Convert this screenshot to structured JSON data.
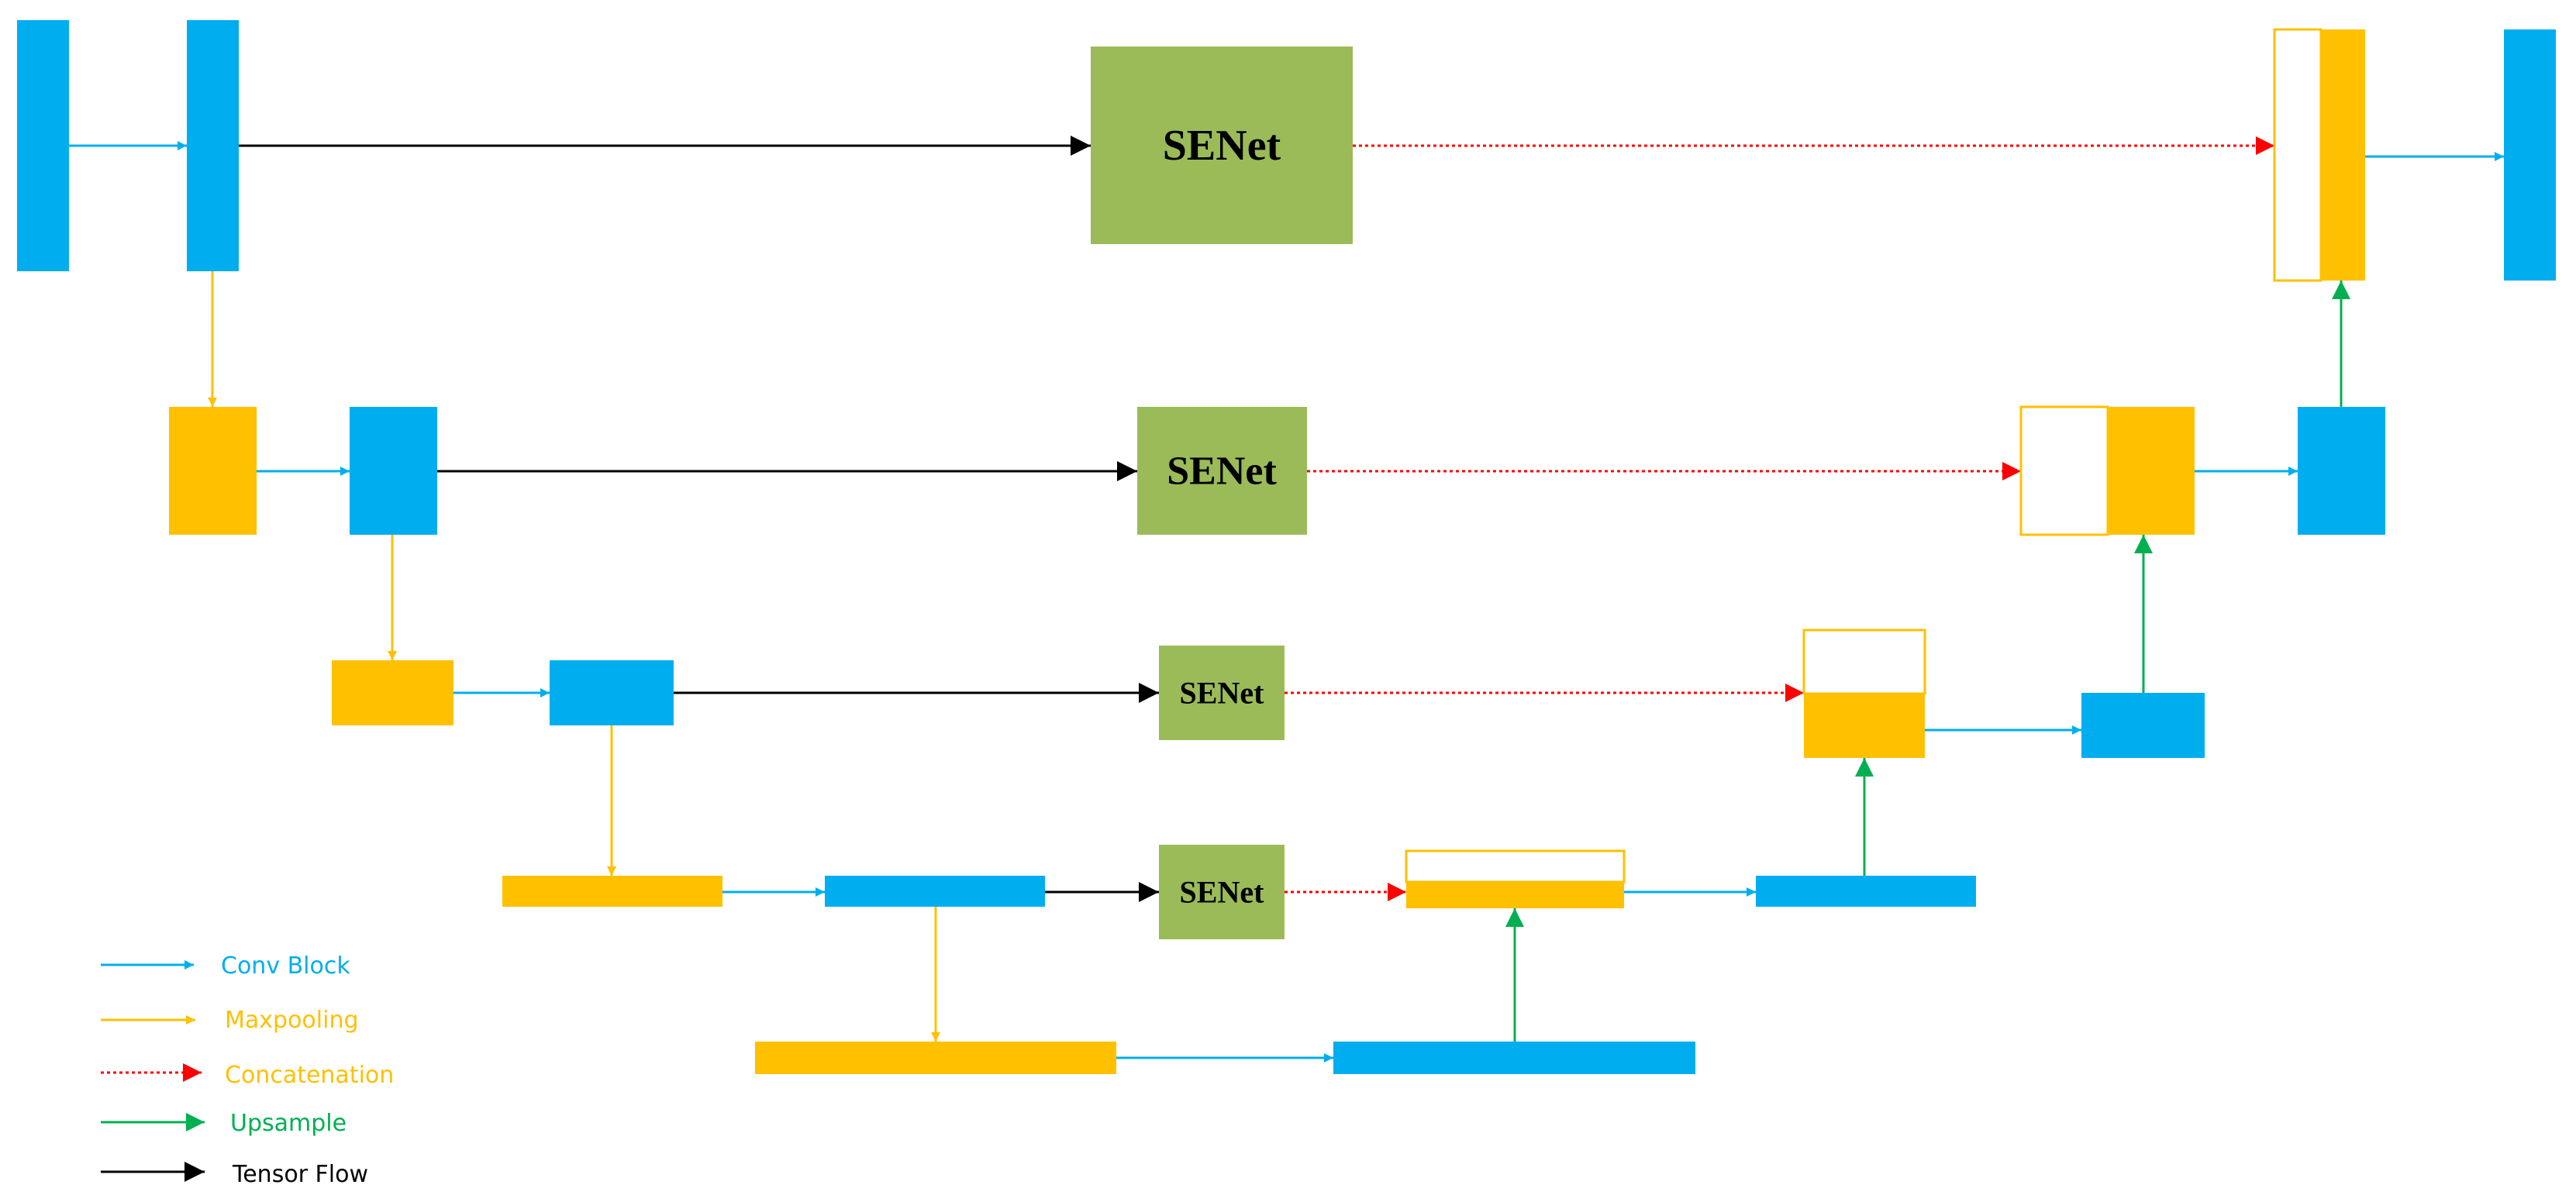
{
  "colors": {
    "conv": "#00AEEF",
    "pool": "#FFC000",
    "senet": "#9BBB59",
    "concat": "#FF0000",
    "upsample": "#00B050",
    "tensor": "#000000"
  },
  "senet_label": "SENet",
  "legend": [
    {
      "key": "conv",
      "label": "Conv Block",
      "style": "solid"
    },
    {
      "key": "pool",
      "label": "Maxpooling",
      "style": "solid"
    },
    {
      "key": "concat",
      "label": "Concatenation",
      "style": "dotted",
      "label_color_key": "pool"
    },
    {
      "key": "upsample",
      "label": "Upsample",
      "style": "solid"
    },
    {
      "key": "tensor",
      "label": "Tensor Flow",
      "style": "solid"
    }
  ]
}
